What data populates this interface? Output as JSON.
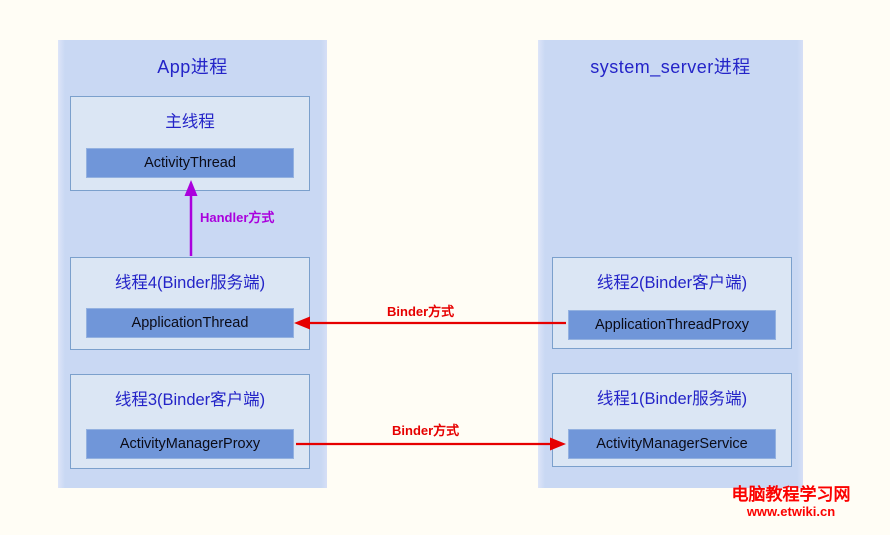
{
  "diagram": {
    "processes": [
      {
        "title": "App进程",
        "threads": [
          {
            "title": "主线程",
            "component": "ActivityThread"
          },
          {
            "title": "线程4(Binder服务端)",
            "component": "ApplicationThread"
          },
          {
            "title": "线程3(Binder客户端)",
            "component": "ActivityManagerProxy"
          }
        ]
      },
      {
        "title": "system_server进程",
        "threads": [
          {
            "title": "线程2(Binder客户端)",
            "component": "ApplicationThreadProxy"
          },
          {
            "title": "线程1(Binder服务端)",
            "component": "ActivityManagerService"
          }
        ]
      }
    ],
    "arrows": [
      {
        "label": "Handler方式",
        "color": "#aa00dd",
        "from": "ApplicationThread",
        "to": "ActivityThread",
        "direction": "up"
      },
      {
        "label": "Binder方式",
        "color": "#e60000",
        "from": "ApplicationThreadProxy",
        "to": "ApplicationThread",
        "direction": "left"
      },
      {
        "label": "Binder方式",
        "color": "#e60000",
        "from": "ActivityManagerProxy",
        "to": "ActivityManagerService",
        "direction": "right"
      }
    ],
    "colors": {
      "process_fill": "#c9d8f3",
      "thread_fill": "#dbe6f4",
      "thread_border": "#7ba0cc",
      "component_fill": "#7096d9",
      "title_text": "#2424c8",
      "component_text": "#0b0b16",
      "handler_arrow": "#aa00dd",
      "binder_arrow": "#e60000",
      "watermark_red": "#fb0200"
    },
    "watermark": {
      "line1": "电脑教程学习网",
      "line2": "www.etwiki.cn"
    }
  }
}
